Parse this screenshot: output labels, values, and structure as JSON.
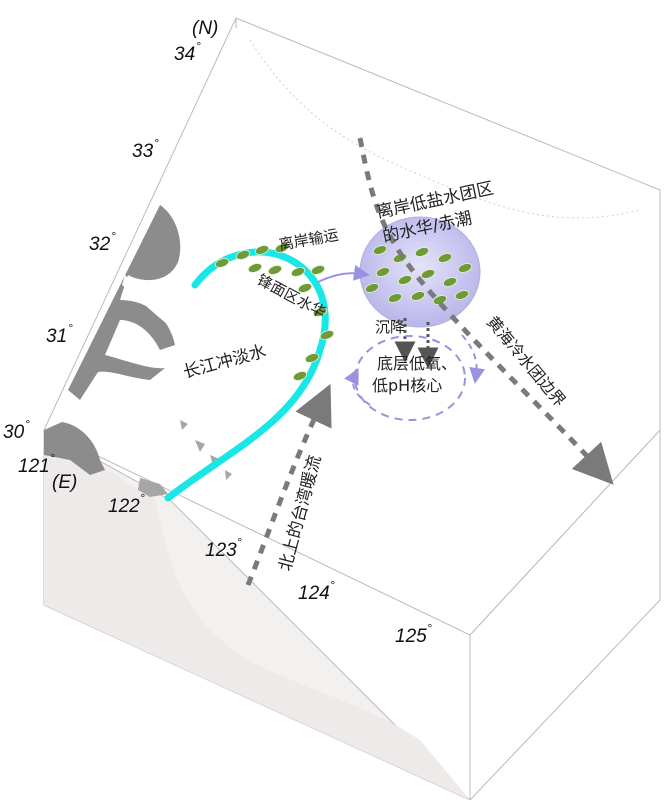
{
  "axes": {
    "north_unit": "(N)",
    "east_unit": "(E)",
    "lat_ticks": [
      "34",
      "33",
      "32",
      "31",
      "30"
    ],
    "lon_ticks": [
      "121",
      "122",
      "123",
      "124",
      "125"
    ],
    "degree_symbol": "°"
  },
  "labels": {
    "offshore_low_salinity": "离岸低盐水团区",
    "bloom_red_tide": "的水华/赤潮",
    "offshore_transport": "离岸输运",
    "front_bloom": "锋面区水华",
    "changjiang_diluted_water": "长江冲淡水",
    "sinking": "沉降",
    "hypoxia_line1": "底层低氧、",
    "hypoxia_line2": "低pH核心",
    "yellow_sea_cold_water": "黄海冷水团边界",
    "taiwan_warm_current": "北上的台湾暖流"
  },
  "colors": {
    "land": "#8c8c8c",
    "diluted_water_front": "#19e6e6",
    "water_mass": "#c7c5ee",
    "algae": "#6f9a3a",
    "arrow_gray": "#7a7a7a",
    "arrow_purple": "#9a92e0"
  }
}
